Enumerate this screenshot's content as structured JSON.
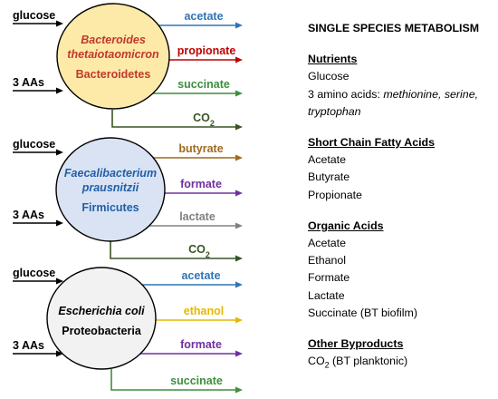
{
  "organisms": [
    {
      "species_line1": "Bacteroides",
      "species_line2": "thetaiotaomicron",
      "phylum": "Bacteroidetes",
      "fill": "#fde9a8",
      "species_color": "#c0392b",
      "phylum_color": "#c0392b",
      "inputs": [
        "glucose",
        "3 AAs"
      ],
      "outputs": [
        {
          "label": "acetate",
          "color": "#2e75b6"
        },
        {
          "label": "propionate",
          "color": "#c00000"
        },
        {
          "label": "succinate",
          "color": "#3e8e3e"
        },
        {
          "label": "CO2",
          "color": "#375623"
        }
      ]
    },
    {
      "species_line1": "Faecalibacterium",
      "species_line2": "prausnitzii",
      "phylum": "Firmicutes",
      "fill": "#dae3f3",
      "species_color": "#1f5fa8",
      "phylum_color": "#1f5fa8",
      "inputs": [
        "glucose",
        "3 AAs"
      ],
      "outputs": [
        {
          "label": "butyrate",
          "color": "#9c6b1e"
        },
        {
          "label": "formate",
          "color": "#7030a0"
        },
        {
          "label": "lactate",
          "color": "#808080"
        },
        {
          "label": "CO2",
          "color": "#375623"
        }
      ]
    },
    {
      "species_line1": "Escherichia coli",
      "species_line2": "",
      "phylum": "Proteobacteria",
      "fill": "#f2f2f2",
      "species_color": "#000000",
      "phylum_color": "#000000",
      "inputs": [
        "glucose",
        "3 AAs"
      ],
      "outputs": [
        {
          "label": "acetate",
          "color": "#2e75b6"
        },
        {
          "label": "ethanol",
          "color": "#e6b800"
        },
        {
          "label": "formate",
          "color": "#7030a0"
        },
        {
          "label": "succinate",
          "color": "#3e8e3e"
        }
      ]
    }
  ],
  "panel": {
    "title": "SINGLE SPECIES METABOLISM",
    "sections": [
      {
        "heading": "Nutrients",
        "items": [
          "Glucose"
        ],
        "aa_prefix": "3 amino acids: ",
        "aa_list_line1": "methionine, serine,",
        "aa_list_line2": "tryptophan"
      },
      {
        "heading": "Short Chain Fatty Acids",
        "items": [
          "Acetate",
          "Butyrate",
          "Propionate"
        ]
      },
      {
        "heading": "Organic Acids",
        "items": [
          "Acetate",
          "Ethanol",
          "Formate",
          "Lactate",
          "Succinate (BT biofilm)"
        ]
      },
      {
        "heading": "Other Byproducts",
        "items_co2": {
          "prefix": "CO",
          "sub": "2",
          "suffix": " (BT planktonic)"
        }
      }
    ]
  }
}
